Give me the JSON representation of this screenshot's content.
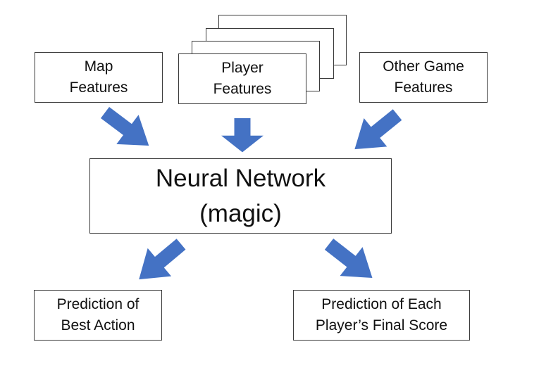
{
  "inputs": {
    "map": {
      "line1": "Map",
      "line2": "Features"
    },
    "player": {
      "line1": "Player",
      "line2": "Features"
    },
    "other": {
      "line1": "Other Game",
      "line2": "Features"
    }
  },
  "network": {
    "line1": "Neural Network",
    "line2": "(magic)"
  },
  "outputs": {
    "best_action": {
      "line1": "Prediction of",
      "line2": "Best Action"
    },
    "final_score": {
      "line1": "Prediction of Each",
      "line2": "Player’s Final Score"
    }
  },
  "colors": {
    "arrow": "#4472c4",
    "border": "#3a3a3a"
  }
}
